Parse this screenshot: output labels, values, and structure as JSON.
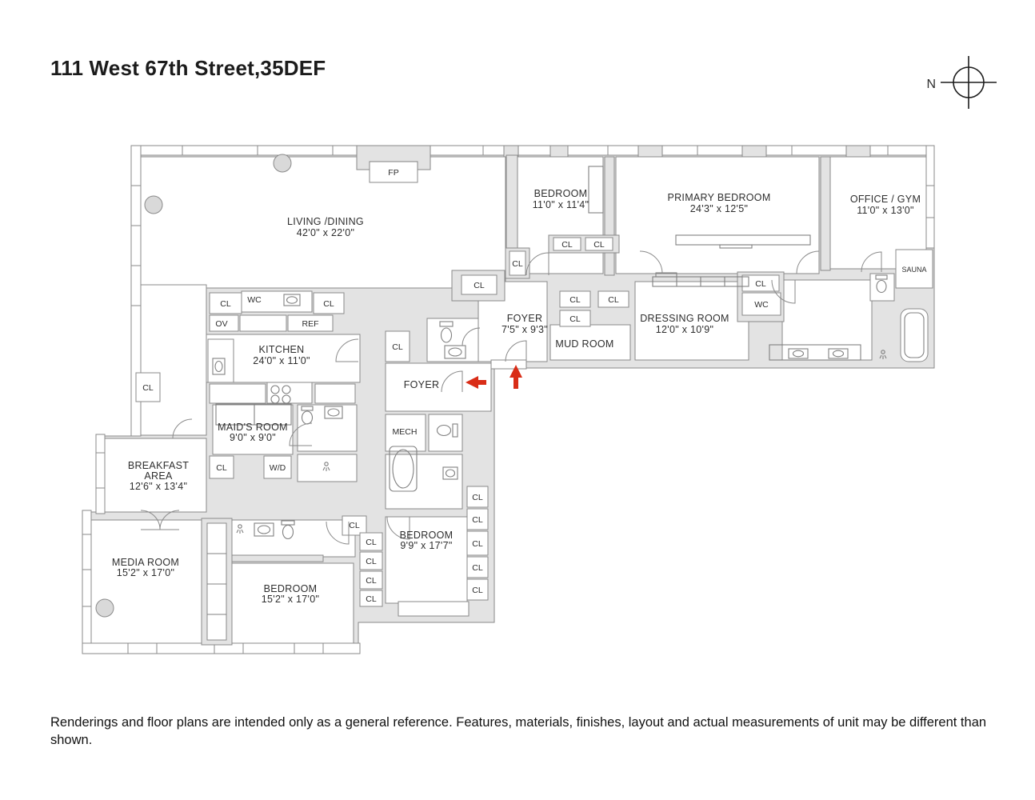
{
  "title": "111 West 67th Street,35DEF",
  "compass": {
    "label": "N"
  },
  "disclaimer": "Renderings and floor plans are intended only as a general reference. Features, materials, finishes, layout and actual measurements of unit may be different than shown.",
  "colors": {
    "wall_fill": "#e3e3e3",
    "wall_stroke": "#8a8a8a",
    "entry_arrow": "#d92d17",
    "text": "#2e2e2e",
    "background": "#ffffff"
  },
  "rooms": {
    "living_dining": {
      "name": "LIVING /DINING",
      "dims": "42'0\" x 22'0\""
    },
    "bedroom_top": {
      "name": "BEDROOM",
      "dims": "11'0\" x 11'4\""
    },
    "primary_bedroom": {
      "name": "PRIMARY BEDROOM",
      "dims": "24'3\" x 12'5\""
    },
    "office_gym": {
      "name": "OFFICE / GYM",
      "dims": "11'0\" x 13'0\""
    },
    "sauna": {
      "name": "SAUNA"
    },
    "foyer_main": {
      "name": "FOYER",
      "dims": "7'5\" x 9'3\""
    },
    "mud_room": {
      "name": "MUD ROOM"
    },
    "dressing_room": {
      "name": "DRESSING ROOM",
      "dims": "12'0\" x 10'9\""
    },
    "kitchen": {
      "name": "KITCHEN",
      "dims": "24'0\" x 11'0\""
    },
    "maids_room": {
      "name": "MAID'S ROOM",
      "dims": "9'0\" x 9'0\""
    },
    "breakfast_area": {
      "name_line1": "BREAKFAST",
      "name_line2": "AREA",
      "dims": "12'6\" x 13'4\""
    },
    "media_room": {
      "name": "MEDIA ROOM",
      "dims": "15'2\" x 17'0\""
    },
    "bedroom_south": {
      "name": "BEDROOM",
      "dims": "15'2\" x 17'0\""
    },
    "bedroom_middle": {
      "name": "BEDROOM",
      "dims": "9'9\" x 17'7\""
    },
    "foyer_secondary": {
      "name": "FOYER"
    },
    "mech": {
      "name": "MECH"
    }
  },
  "abbr": {
    "closet": "CL",
    "water_closet": "WC",
    "oven": "OV",
    "refrigerator": "REF",
    "fireplace": "FP",
    "washer_dryer": "W/D"
  }
}
